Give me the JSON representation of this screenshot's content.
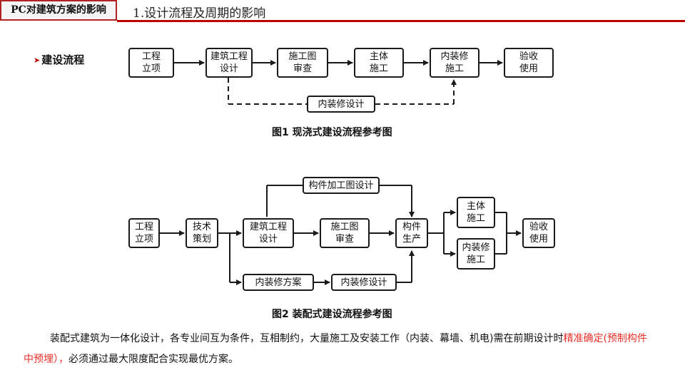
{
  "header": {
    "section": "PC对建筑方案的影响",
    "title": "1.设计流程及周期的影响"
  },
  "bullet": "建设流程",
  "figure1": {
    "caption": "图1  现浇式建设流程参考图",
    "nodes": {
      "start": "工程\n立项",
      "design": "建筑工程\n设计",
      "review": "施工图\n审查",
      "main": "主体\n施工",
      "interior": "内装修\n施工",
      "accept": "验收\n使用",
      "interior_design": "内装修设计"
    }
  },
  "figure2": {
    "caption": "图2  装配式建设流程参考图",
    "nodes": {
      "start": "工程\n立项",
      "plan": "技术\n策划",
      "design": "建筑工程\n设计",
      "review": "施工图\n审查",
      "produce": "构件\n生产",
      "main": "主体\n施工",
      "interior": "内装修\n施工",
      "accept": "验收\n使用",
      "processing": "构件加工图设计",
      "interior_plan": "内装修方案",
      "interior_design": "内装修设计"
    }
  },
  "paragraph": {
    "part1": "装配式建筑为一体化设计，各专业间互为条件，互相制约，大量施工及安装工作（内装、幕墙、机电)需在前期设计时",
    "highlight": "精准确定(预制构件中预埋），",
    "part2": "必须通过最大限度配合实现最优方案。"
  },
  "colors": {
    "accent": "#c00000",
    "highlight": "#e8302a"
  }
}
